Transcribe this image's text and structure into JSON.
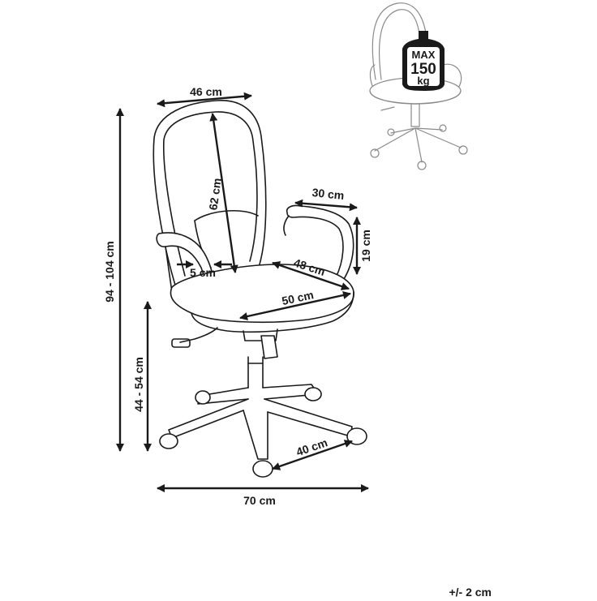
{
  "dimensions": {
    "back_width": "46 cm",
    "back_height": "62 cm",
    "total_height": "94 - 104 cm",
    "seat_height": "44 - 54 cm",
    "armrest_depth": "30 cm",
    "armrest_height": "19 cm",
    "armrest_gap": "5 cm",
    "seat_depth": "48 cm",
    "seat_width": "50 cm",
    "base_radius": "40 cm",
    "base_width": "70 cm"
  },
  "load_badge": {
    "line1": "MAX",
    "line2": "150",
    "line3": "kg"
  },
  "tolerance": "+/- 2 cm",
  "colors": {
    "line": "#1a1a1a",
    "thumbnail_line": "#8a8a8a",
    "badge_fill": "#1a1a1a"
  }
}
